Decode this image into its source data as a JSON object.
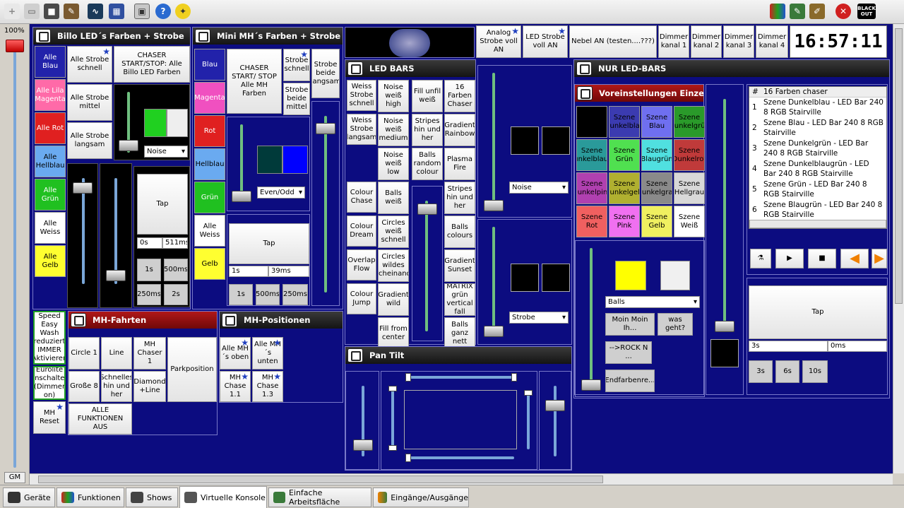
{
  "gm": {
    "percent": "100%",
    "label": "GM"
  },
  "clock": "16:57:11",
  "frames": {
    "billo": "Billo LED´s Farben + Strobe",
    "minimh": "Mini MH´s Farben + Strobe",
    "ledbars": "LED BARS",
    "nurled": "NUR LED-BARS",
    "voreinst": "Voreinstellungen Einzelra",
    "mhfahrten": "MH-Fahrten",
    "mhpos": "MH-Positionen",
    "pantilt": "Pan Tilt"
  },
  "top_buttons": [
    "Analog Strobe voll AN",
    "LED Strobe voll AN",
    "Nebel AN (testen....???)",
    "Dimmer kanal 1",
    "Dimmer kanal 2",
    "Dimmer kanal 3",
    "Dimmer kanal 4"
  ],
  "billo_colors": [
    "Alle Blau",
    "Alle Lila Magenta",
    "Alle Rot",
    "Alle Hellblau",
    "Alle Grün",
    "Alle Weiss",
    "Alle Gelb"
  ],
  "billo_btns": [
    "Alle Strobe schnell",
    "CHASER START/STOP: Alle Billo LED Farben",
    "Alle Strobe mittel",
    "Alle Strobe langsam"
  ],
  "billo_noise": "Noise",
  "billo_tap": {
    "label": "Tap",
    "v1": "0s",
    "v2": "511ms",
    "b1": "1s",
    "b2": "500ms",
    "b3": "250ms",
    "b4": "2s"
  },
  "mini_colors": [
    "Blau",
    "Magenta",
    "Rot",
    "Hellblau",
    "Grün",
    "Alle Weiss",
    "Gelb"
  ],
  "mini_btns": [
    "CHASER START/ STOP Alle MH Farben",
    "Strobe schnell",
    "Strobe beide mittel",
    "Strobe beide langsam"
  ],
  "mini_evenodd": "Even/Odd",
  "mini_tap": {
    "label": "Tap",
    "v1": "1s",
    "v2": "39ms",
    "b1": "1s",
    "b2": "500ms",
    "b3": "250ms"
  },
  "led_col1": [
    "Weiss Strobe schnell",
    "Weiss Strobe langsam",
    "",
    "Colour Chase",
    "Colour Dream",
    "Overlap Flow",
    "Colour Jump"
  ],
  "led_col2": [
    "Noise weiß high",
    "Noise weiß medium",
    "Noise weiß low",
    "Balls weiß",
    "Circles weiß schnell",
    "Circles wildes rcheinand",
    "Gradient wild",
    "Fill from center"
  ],
  "led_col3": [
    "Fill unfil weiß",
    "Stripes hin und her",
    "Balls random colour"
  ],
  "led_col4": [
    "16 Farben Chaser",
    "Gradient Rainbow",
    "Plasma Fire",
    "Stripes hin und her",
    "Balls colours",
    "Gradient Sunset",
    "MATRIX grün vertical fall",
    "Balls ganz nett"
  ],
  "mid_selects": {
    "noise": "Noise",
    "strobe": "Strobe"
  },
  "scenes": [
    {
      "label": "",
      "bg": "#000000"
    },
    {
      "label": "Szene Dunkelblau",
      "bg": "#3b3bb0"
    },
    {
      "label": "Szene Blau",
      "bg": "#6f6ff0"
    },
    {
      "label": "Szene Dunkelgrün",
      "bg": "#2a9a2a"
    },
    {
      "label": "Szene Dunkelblaugr",
      "bg": "#2a9a9a"
    },
    {
      "label": "Szene Grün",
      "bg": "#50e050"
    },
    {
      "label": "Szene Blaugrün",
      "bg": "#50e0e0"
    },
    {
      "label": "Szene Dunkelrot",
      "bg": "#c03a3a"
    },
    {
      "label": "Szene Dunkelpink",
      "bg": "#b040b0"
    },
    {
      "label": "Szene Dunkelgelb",
      "bg": "#b0b030"
    },
    {
      "label": "Szene Dunkelgrau",
      "bg": "#8a8a8a"
    },
    {
      "label": "Szene Hellgrau",
      "bg": "#d8d8d8"
    },
    {
      "label": "Szene Rot",
      "bg": "#f06060"
    },
    {
      "label": "Szene Pink",
      "bg": "#f070f0"
    },
    {
      "label": "Szene Gelb",
      "bg": "#f0f060"
    },
    {
      "label": "Szene Weiß",
      "bg": "#ffffff"
    }
  ],
  "balls_select": "Balls",
  "voreinst_btns": [
    "Moin Moin Ih...",
    "was geht?",
    "-->ROCK N ...",
    "Endfarbenre..."
  ],
  "chaser_list": {
    "header_num": "#",
    "header_name": "16 Farben chaser",
    "rows": [
      {
        "n": "1",
        "t": "Szene Dunkelblau - LED Bar 240 8 RGB Stairville"
      },
      {
        "n": "2",
        "t": "Szene Blau - LED Bar 240 8 RGB Stairville"
      },
      {
        "n": "3",
        "t": "Szene Dunkelgrün - LED Bar 240 8 RGB Stairville"
      },
      {
        "n": "4",
        "t": "Szene Dunkelblaugrün - LED Bar 240 8 RGB Stairville"
      },
      {
        "n": "5",
        "t": "Szene Grün - LED Bar 240 8 RGB Stairville"
      },
      {
        "n": "6",
        "t": "Szene Blaugrün - LED Bar 240 8 RGB Stairville"
      }
    ]
  },
  "right_tap": {
    "label": "Tap",
    "v1": "3s",
    "v2": "0ms",
    "b1": "3s",
    "b2": "6s",
    "b3": "10s"
  },
  "mh_speed": [
    "Speed Easy Wash reduziert IMMER Aktivieren",
    "Eurolite Anschalten (Dimmer on)",
    "MH Reset"
  ],
  "mh_fahrten": [
    "Circle 1",
    "Line",
    "MH Chaser 1",
    "Parkposition",
    "Große 8",
    "Schnelles hin und her",
    "Diamond +Line",
    "ALLE FUNKTIONEN AUS"
  ],
  "mh_pos": [
    "Alle MH´s oben",
    "Alle MH´s unten",
    "MH Chase 1.1",
    "MH Chase 1.3"
  ],
  "tabs": [
    "Geräte",
    "Funktionen",
    "Shows",
    "Virtuelle Konsole",
    "Einfache Arbeitsfläche",
    "Eingänge/Ausgänge"
  ],
  "colors": {
    "console_bg": "#0c0c80",
    "accent_red": "#a01010"
  }
}
